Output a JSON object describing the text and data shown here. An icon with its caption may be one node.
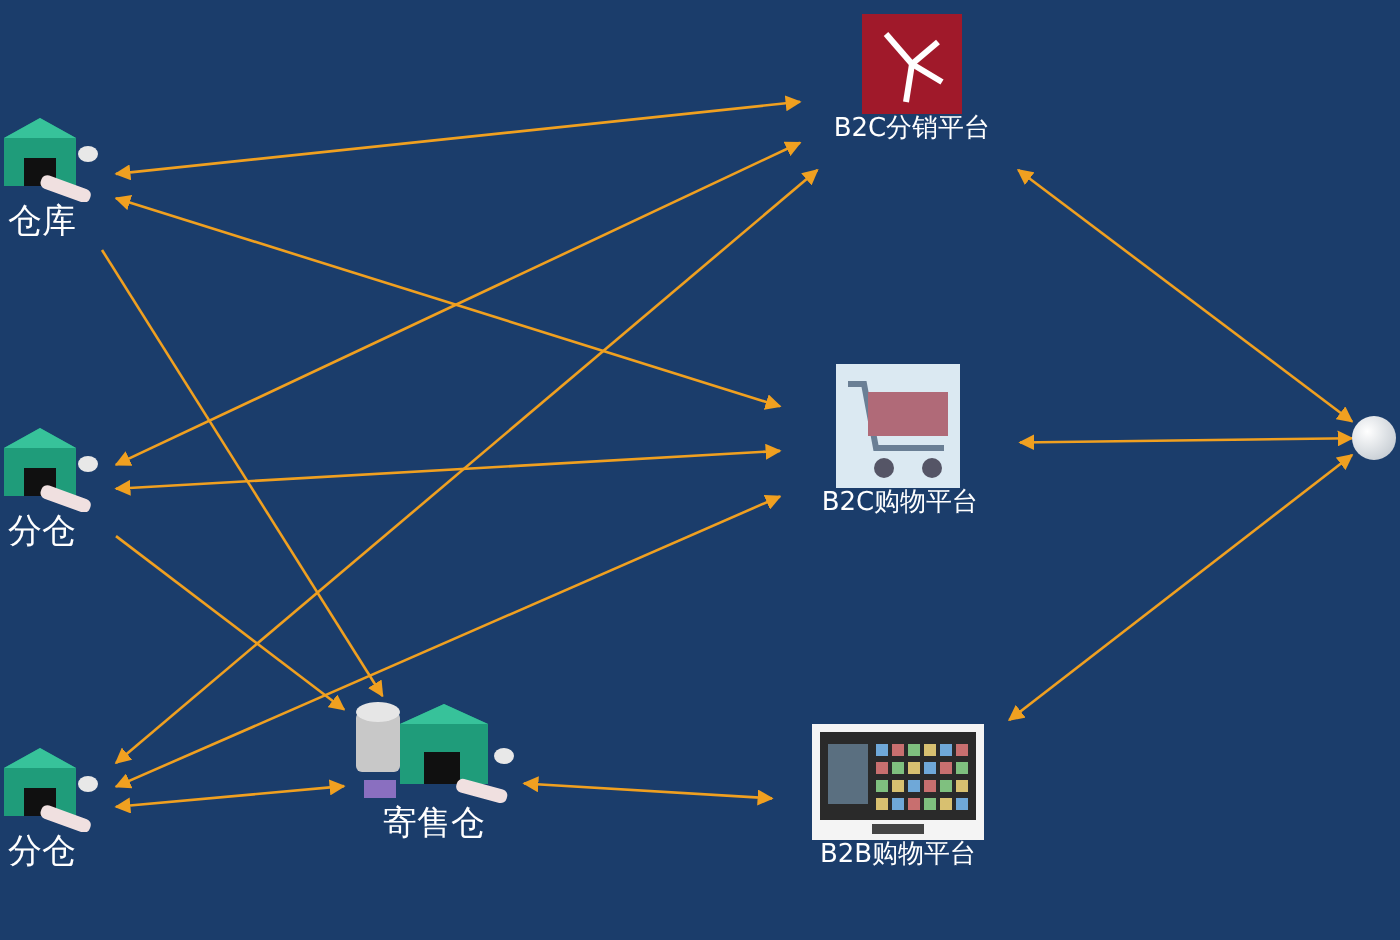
{
  "diagram": {
    "nodes": [
      {
        "text": [
          "仓库"
        ]
      },
      {
        "text": [
          "分仓"
        ]
      },
      {
        "text": [
          "分仓"
        ]
      },
      {
        "text": [
          "寄售仓"
        ]
      },
      {
        "text": [
          "B2C分销平台"
        ]
      },
      {
        "text": [
          "B2C购物平台"
        ]
      },
      {
        "text": [
          "B2B购物平台"
        ]
      },
      {
        "text": [],
        "shape": "circle"
      }
    ],
    "edges": [
      {
        "from": 0,
        "to": 4,
        "arrow": "both"
      },
      {
        "from": 0,
        "to": 5,
        "arrow": "both"
      },
      {
        "from": 0,
        "to": 3,
        "arrow": "to"
      },
      {
        "from": 1,
        "to": 4,
        "arrow": "both"
      },
      {
        "from": 1,
        "to": 5,
        "arrow": "both"
      },
      {
        "from": 1,
        "to": 3,
        "arrow": "to"
      },
      {
        "from": 2,
        "to": 4,
        "arrow": "both"
      },
      {
        "from": 2,
        "to": 5,
        "arrow": "both"
      },
      {
        "from": 2,
        "to": 3,
        "arrow": "both"
      },
      {
        "from": 3,
        "to": 6,
        "arrow": "both"
      },
      {
        "from": 4,
        "to": 7,
        "arrow": "both"
      },
      {
        "from": 5,
        "to": 7,
        "arrow": "both"
      },
      {
        "from": 6,
        "to": 7,
        "arrow": "both"
      }
    ]
  }
}
